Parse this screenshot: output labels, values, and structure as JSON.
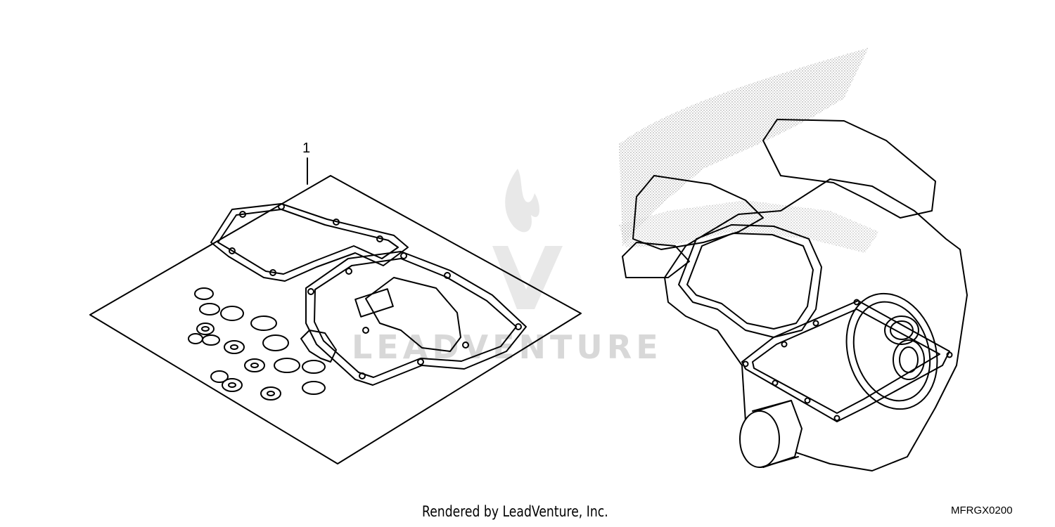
{
  "diagram": {
    "callouts": [
      {
        "label": "1"
      }
    ],
    "watermark": {
      "text": "LEADVENTURE"
    }
  },
  "footer": {
    "credit": "Rendered by LeadVenture, Inc.",
    "diagram_code": "MFRGX0200"
  }
}
